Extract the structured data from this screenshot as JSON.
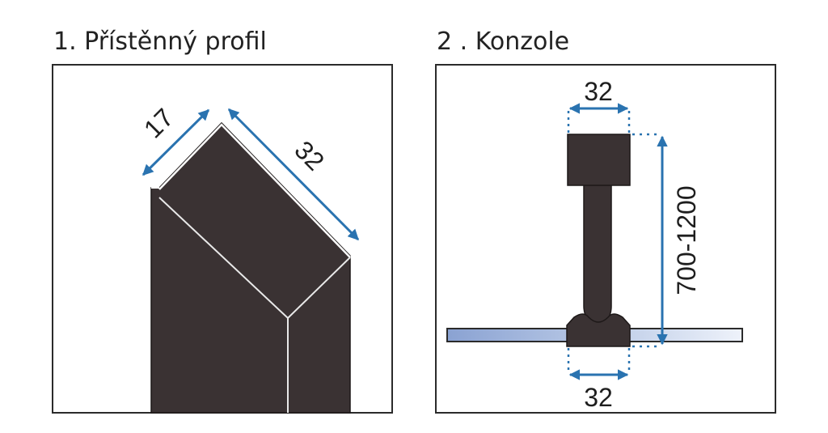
{
  "panels": [
    {
      "title": "1.  Přístěnný profil",
      "dimensions": {
        "short_side": "17",
        "long_side": "32"
      }
    },
    {
      "title": "2 . Konzole",
      "dimensions": {
        "top_width": "32",
        "bottom_width": "32",
        "height": "700-1200"
      }
    }
  ],
  "colors": {
    "profile_fill": "#3a3233",
    "dimension_arrow": "#2a73b0",
    "frame": "#2b2b2b",
    "glass_light": "#e8eef8",
    "glass_dark": "#8aa2d2"
  }
}
